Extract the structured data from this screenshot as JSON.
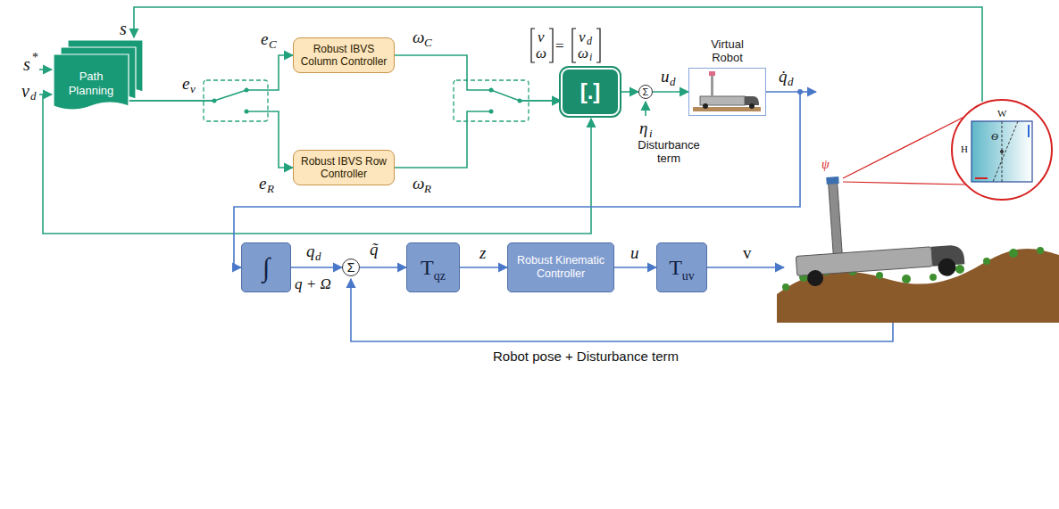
{
  "diagram": {
    "nodes": [
      {
        "text": [
          "Path Planning"
        ]
      },
      {
        "text": [
          "Robust IBVS Column Controller"
        ]
      },
      {
        "text": [
          "Robust IBVS Row Controller"
        ]
      },
      {
        "text": [
          "[.]"
        ]
      },
      {
        "text": [
          "Σ"
        ]
      },
      {
        "text": [
          "Virtual Robot"
        ]
      },
      {
        "text": [
          "∫"
        ]
      },
      {
        "text": [
          "Σ"
        ]
      },
      {
        "text": [
          "T",
          "qz"
        ]
      },
      {
        "text": [
          "Robust Kinematic Controller"
        ]
      },
      {
        "text": [
          "T",
          "uv"
        ]
      }
    ],
    "edges": [
      {
        "from": 0,
        "to": 1,
        "arrow": "to"
      },
      {
        "from": 0,
        "to": 2,
        "arrow": "to"
      },
      {
        "from": 1,
        "to": 3,
        "arrow": "to"
      },
      {
        "from": 2,
        "to": 3,
        "arrow": "to"
      },
      {
        "from": 3,
        "to": 4,
        "arrow": "to"
      },
      {
        "from": 4,
        "to": 5,
        "arrow": "to"
      },
      {
        "from": 5,
        "to": 6,
        "arrow": "to"
      },
      {
        "from": 6,
        "to": 7,
        "arrow": "to"
      },
      {
        "from": 7,
        "to": 8,
        "arrow": "to"
      },
      {
        "from": 8,
        "to": 9,
        "arrow": "to"
      },
      {
        "from": 9,
        "to": 10,
        "arrow": "to"
      }
    ],
    "labels": [
      "s",
      "*",
      "v",
      "d",
      "s",
      "e",
      "v",
      "e",
      "C",
      "e",
      "R",
      "ω",
      "C",
      "ω",
      "R",
      "v",
      "ω",
      "=",
      "v",
      "d",
      "ω",
      "i",
      "u",
      "d",
      "η",
      "i",
      "Disturbance term",
      "q̇",
      "d",
      "q",
      "d",
      "q̃",
      "q + Ω",
      "z",
      "u",
      "v",
      "Robot pose + Disturbance term",
      "W",
      "H",
      "Θ",
      "ψ"
    ]
  }
}
